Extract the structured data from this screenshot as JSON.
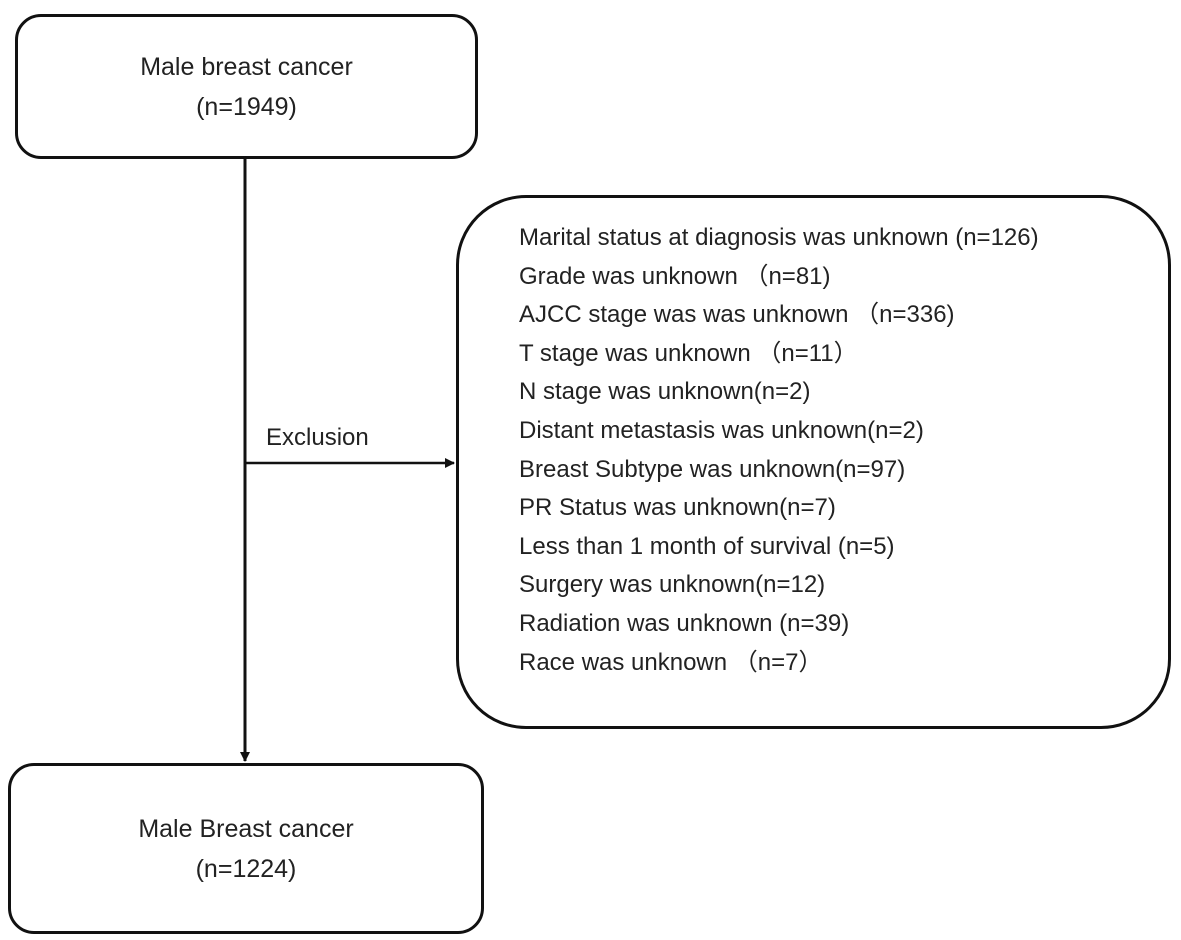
{
  "diagram": {
    "top_box": {
      "title": "Male breast cancer",
      "count": "(n=1949)"
    },
    "exclusion_label": "Exclusion",
    "exclusion_criteria": [
      "Marital status at diagnosis was unknown (n=126)",
      "Grade was unknown （n=81)",
      "AJCC stage was was unknown （n=336)",
      "T stage was unknown （n=11）",
      "N stage was unknown(n=2)",
      "Distant metastasis was unknown(n=2)",
      "Breast Subtype was unknown(n=97)",
      "PR Status was unknown(n=7)",
      "Less than 1 month of survival (n=5)",
      "Surgery was unknown(n=12)",
      "Radiation was unknown (n=39)",
      "Race was unknown （n=7）"
    ],
    "bottom_box": {
      "title": "Male Breast cancer",
      "count": "(n=1224)"
    }
  },
  "colors": {
    "line": "#111111",
    "text": "#222222",
    "background": "#ffffff"
  }
}
